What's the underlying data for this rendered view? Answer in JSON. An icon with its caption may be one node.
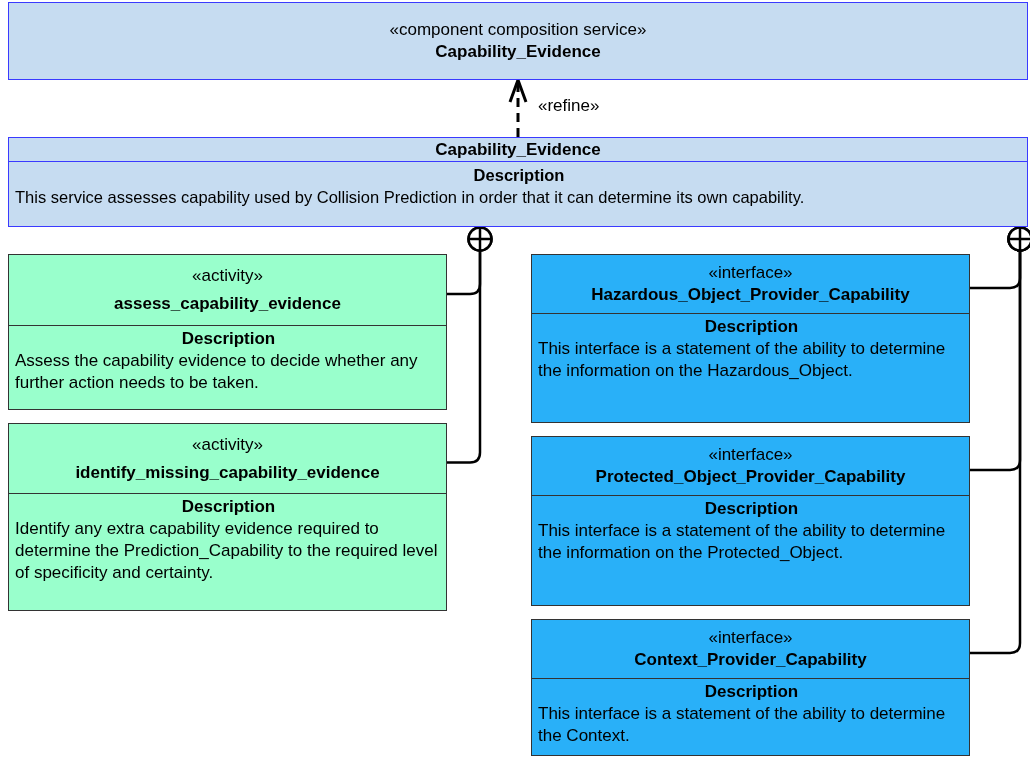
{
  "diagram": {
    "nodes": [
      {
        "text": [
          "«component composition service»",
          "Capability_Evidence"
        ]
      },
      {
        "text": [
          "Capability_Evidence",
          "Description",
          "This service assesses capability used by Collision Prediction in order that it can determine its own capability."
        ]
      },
      {
        "text": [
          "«activity»",
          "assess_capability_evidence",
          "Description",
          "Assess the capability evidence to decide whether any further action needs to be taken."
        ]
      },
      {
        "text": [
          "«activity»",
          "identify_missing_capability_evidence",
          "Description",
          "Identify any extra capability evidence required to determine the Prediction_Capability to the required level of specificity and certainty."
        ]
      },
      {
        "text": [
          "«interface»",
          "Hazardous_Object_Provider_Capability",
          "Description",
          "This interface is a statement of the ability to determine the information on the Hazardous_Object."
        ]
      },
      {
        "text": [
          "«interface»",
          "Protected_Object_Provider_Capability",
          "Description",
          "This interface is a statement of the ability to determine the information on the Protected_Object."
        ]
      },
      {
        "text": [
          "«interface»",
          "Context_Provider_Capability",
          "Description",
          "This interface is a statement of the ability to determine the Context."
        ]
      }
    ],
    "edges": [
      {
        "from": 1,
        "to": 0,
        "arrow": "to",
        "style": "dashed",
        "label": "«refine»"
      },
      {
        "from": 2,
        "to": 1,
        "arrow": "other"
      },
      {
        "from": 3,
        "to": 1,
        "arrow": "other"
      },
      {
        "from": 4,
        "to": 1,
        "arrow": "other"
      },
      {
        "from": 5,
        "to": 1,
        "arrow": "other"
      },
      {
        "from": 6,
        "to": 1,
        "arrow": "other"
      }
    ]
  }
}
